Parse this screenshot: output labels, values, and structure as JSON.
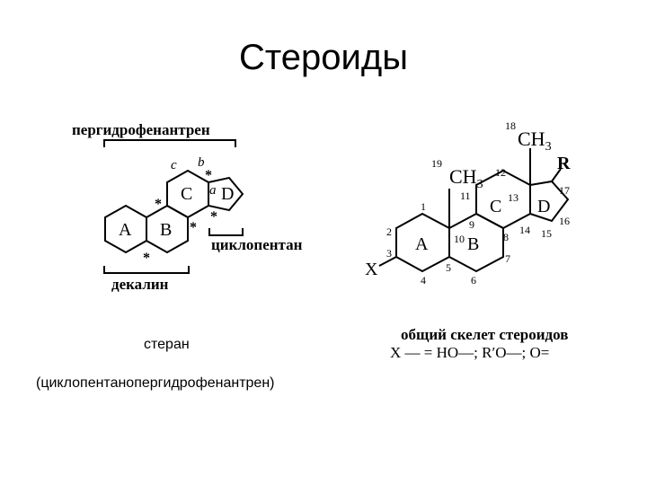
{
  "slide": {
    "title": "Стероиды"
  },
  "left": {
    "pergidro_label": "пергидрофенантрен",
    "ring_a": "A",
    "ring_b": "B",
    "ring_c": "C",
    "ring_d": "D",
    "mark_c": "c",
    "mark_b": "b",
    "mark_a": "a",
    "star": "*",
    "cyclopentane_label": "циклопентан",
    "decalin_label": "декалин",
    "steran": "стеран",
    "steran_full": "(циклопентанопергидрофенантрен)"
  },
  "right": {
    "ch3_18": "CH",
    "ch3_19": "CH",
    "sub3": "3",
    "R": "R",
    "X": "X",
    "ring_a": "A",
    "ring_b": "B",
    "ring_c": "C",
    "ring_d": "D",
    "n1": "1",
    "n2": "2",
    "n3": "3",
    "n4": "4",
    "n5": "5",
    "n6": "6",
    "n7": "7",
    "n8": "8",
    "n9": "9",
    "n10": "10",
    "n11": "11",
    "n12": "12",
    "n13": "13",
    "n14": "14",
    "n15": "15",
    "n16": "16",
    "n17": "17",
    "n18": "18",
    "n19": "19",
    "skeleton_label": "общий скелет стероидов",
    "x_def": "X — = HO—; R′O—; O="
  }
}
